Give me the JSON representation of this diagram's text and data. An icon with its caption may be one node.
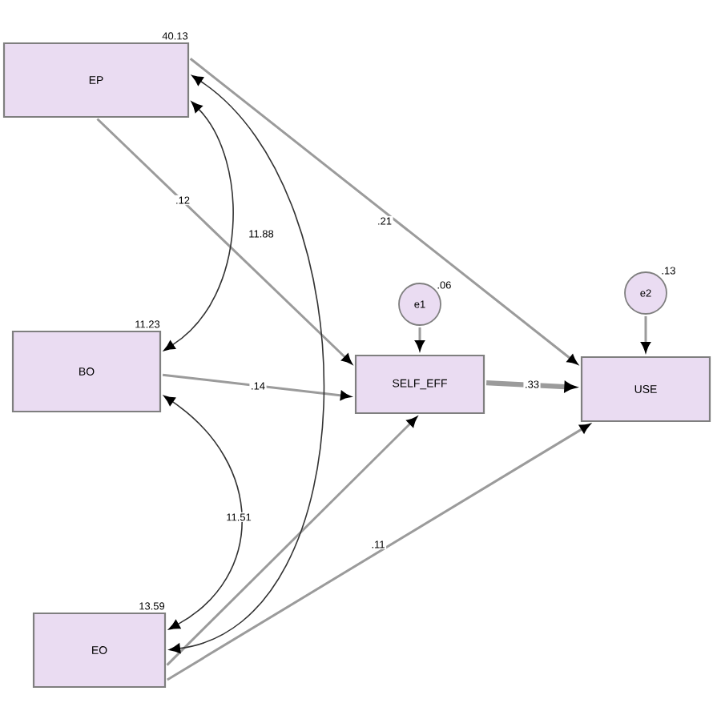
{
  "diagram": {
    "nodes": [
      {
        "text": [
          "EP"
        ],
        "beside": [
          "40.13"
        ]
      },
      {
        "text": [
          "BO"
        ],
        "beside": [
          "11.23"
        ]
      },
      {
        "text": [
          "EO"
        ],
        "beside": [
          "13.59"
        ]
      },
      {
        "text": [
          "SELF_EFF"
        ]
      },
      {
        "text": [
          "USE"
        ]
      },
      {
        "text": [
          "e1"
        ]
      },
      {
        "text": [
          "e2"
        ]
      }
    ],
    "edges": [
      {
        "from": 5,
        "to": 3,
        "arrow": "to"
      },
      {
        "from": 6,
        "to": 4,
        "arrow": "to"
      },
      {
        "from": 0,
        "to": 3,
        "arrow": "to",
        "label": ".12"
      },
      {
        "from": 0,
        "to": 4,
        "arrow": "to",
        "label": ".21"
      },
      {
        "from": 1,
        "to": 3,
        "arrow": "to",
        "label": ".14"
      },
      {
        "from": 2,
        "to": 3,
        "arrow": "to"
      },
      {
        "from": 2,
        "to": 4,
        "arrow": "to",
        "label": ".11"
      },
      {
        "from": 3,
        "to": 4,
        "arrow": "to",
        "label": ".33",
        "style": "thick"
      },
      {
        "from": 0,
        "to": 1,
        "arrow": "both",
        "label": "11.88",
        "color": "#333333"
      },
      {
        "from": 1,
        "to": 2,
        "arrow": "both",
        "label": "11.51",
        "color": "#333333"
      },
      {
        "from": 0,
        "to": 2,
        "arrow": "both",
        "color": "#333333"
      }
    ],
    "labels": [
      ".06",
      ".13"
    ]
  }
}
